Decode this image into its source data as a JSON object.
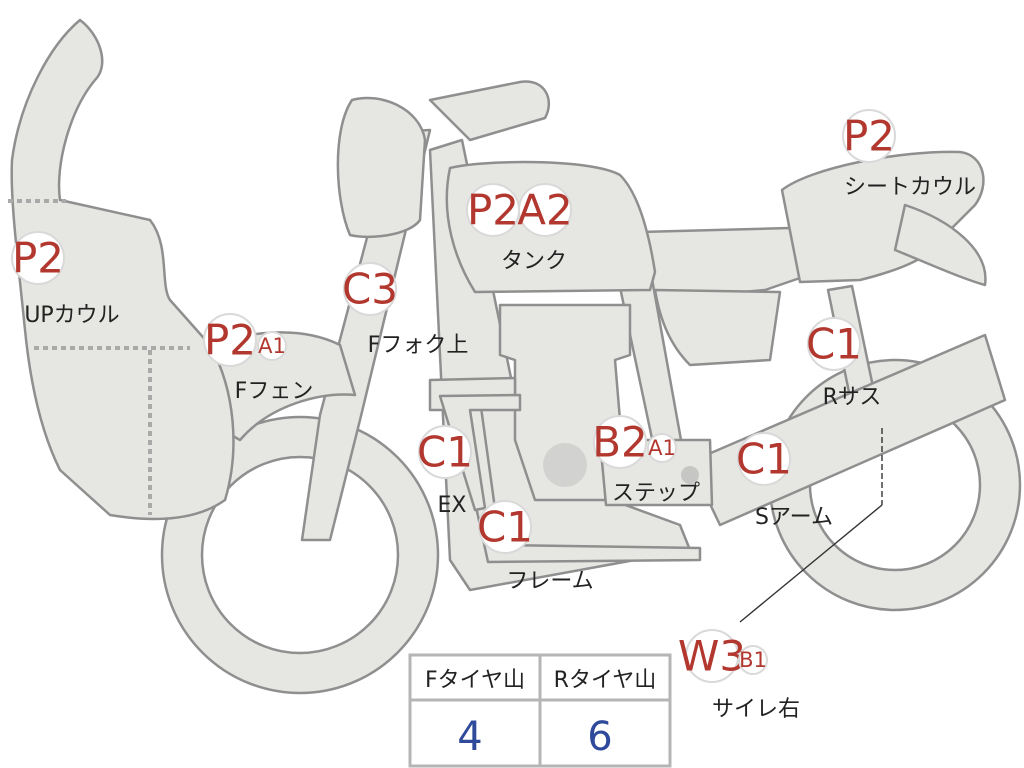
{
  "parts": [
    {
      "id": "up-cowl",
      "codes": [
        "P2"
      ],
      "label": "UPカウル"
    },
    {
      "id": "f-fender",
      "codes": [
        "P2",
        "A1"
      ],
      "label": "Fフェン"
    },
    {
      "id": "f-fork",
      "codes": [
        "C3"
      ],
      "label": "Fフォク上"
    },
    {
      "id": "tank",
      "codes": [
        "P2",
        "A2"
      ],
      "label": "タンク"
    },
    {
      "id": "seat-cowl",
      "codes": [
        "P2"
      ],
      "label": "シートカウル"
    },
    {
      "id": "r-sus",
      "codes": [
        "C1"
      ],
      "label": "Rサス"
    },
    {
      "id": "ex",
      "codes": [
        "C1"
      ],
      "label": "EX"
    },
    {
      "id": "step",
      "codes": [
        "B2",
        "A1"
      ],
      "label": "ステップ"
    },
    {
      "id": "s-arm",
      "codes": [
        "C1"
      ],
      "label": "Sアーム"
    },
    {
      "id": "frame",
      "codes": [
        "C1"
      ],
      "label": "フレーム"
    },
    {
      "id": "tire-r",
      "codes": [
        "W3",
        "B1"
      ],
      "label": "サイレ右"
    }
  ],
  "tread_table": {
    "headers": [
      "Fタイヤ山",
      "Rタイヤ山"
    ],
    "values": [
      "4",
      "6"
    ]
  },
  "colors": {
    "part_fill": "#e6e6e3",
    "part_stroke": "#8f8f8f",
    "code": "#b2382f",
    "value": "#2f4a9a"
  }
}
